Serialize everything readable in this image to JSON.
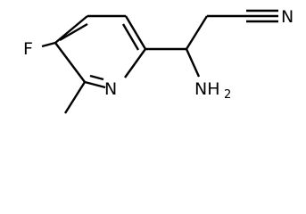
{
  "molecule": {
    "atoms": {
      "fluorine": "F",
      "ring_nitrogen": "N",
      "amine": "NH",
      "amine_subscript": "2",
      "nitrile_nitrogen": "N"
    }
  },
  "colors": {
    "bond": "#000000",
    "label": "#000000",
    "background": "#ffffff"
  }
}
